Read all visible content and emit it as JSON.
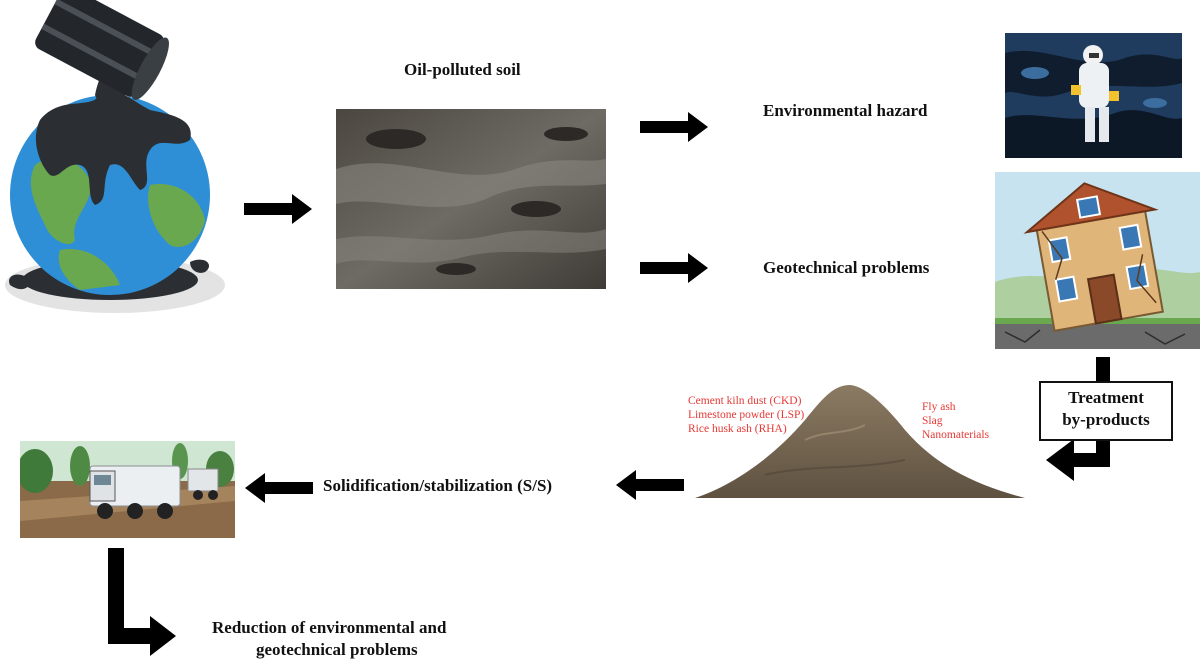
{
  "labels": {
    "oil_polluted_soil": "Oil-polluted soil",
    "environmental_hazard": "Environmental hazard",
    "geotechnical_problems": "Geotechnical problems",
    "treatment_line1": "Treatment",
    "treatment_line2": "by-products",
    "stabilization": "Solidification/stabilization (S/S)",
    "reduction_line1": "Reduction of environmental and",
    "reduction_line2": "geotechnical problems"
  },
  "byproducts_left": [
    "Cement kiln dust (CKD)",
    "Limestone powder (LSP)",
    "Rice husk ash (RHA)"
  ],
  "byproducts_right": [
    "Fly ash",
    "Slag",
    "Nanomaterials"
  ],
  "colors": {
    "arrow": "#000000",
    "byproduct_text": "#e53935",
    "label_text": "#111111"
  },
  "icons": {
    "globe": "oil-barrel-polluted-globe-icon",
    "soil": "oil-polluted-soil-photo",
    "hazard": "hazmat-worker-photo",
    "house": "tilted-cracked-house-icon",
    "pile": "powder-pile-icon",
    "truck": "stabilization-truck-icon"
  }
}
